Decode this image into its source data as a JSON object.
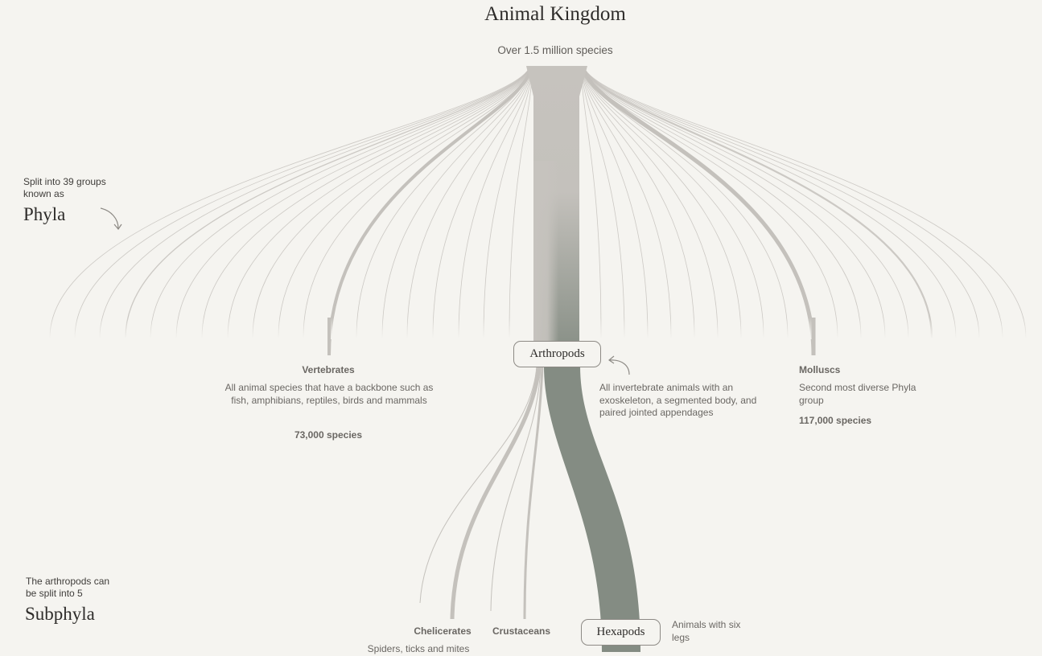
{
  "header": {
    "title": "Animal Kingdom",
    "subtitle": "Over 1.5 million species"
  },
  "phyla_section": {
    "intro": "Split into 39 groups known as",
    "heading": "Phyla",
    "group_count": 39
  },
  "subphyla_section": {
    "intro": "The arthropods can be split into 5",
    "heading": "Subphyla",
    "group_count": 5
  },
  "phyla": {
    "vertebrates": {
      "name": "Vertebrates",
      "description": "All animal species that have a backbone such as fish, amphibians, reptiles, birds and mammals",
      "species": "73,000 species"
    },
    "arthropods": {
      "name": "Arthropods",
      "description": "All invertebrate animals with an exoskeleton, a segmented body, and paired jointed appendages"
    },
    "molluscs": {
      "name": "Molluscs",
      "description": "Second most diverse Phyla group",
      "species": "117,000 species"
    }
  },
  "subphyla": {
    "chelicerates": {
      "name": "Chelicerates",
      "description": "Spiders, ticks and mites"
    },
    "crustaceans": {
      "name": "Crustaceans"
    },
    "hexapods": {
      "name": "Hexapods",
      "description": "Animals with six legs"
    }
  },
  "colors": {
    "background": "#f5f4f0",
    "branch": "#c4c1bc",
    "arthropod_branch": "#848c83",
    "text_dark": "#2e2c2a",
    "text_muted": "#6a6763"
  },
  "icons": {
    "phyla_arrow": "curved-arrow-down-icon",
    "arthropods_arrow": "curved-arrow-left-icon"
  }
}
